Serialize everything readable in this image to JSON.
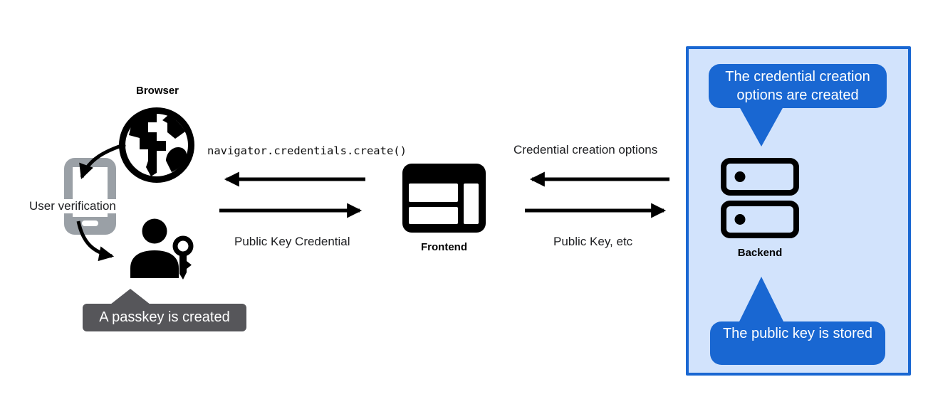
{
  "colors": {
    "panel_fill": "#d2e3fc",
    "panel_border": "#1967d2",
    "bubble_blue": "#1967d2",
    "bubble_text": "#ffffff",
    "tooltip_gray": "#56565a",
    "phone_gray": "#9aa0a6",
    "ink": "#000000"
  },
  "browser": {
    "label": "Browser",
    "user_verification_label": "User verification",
    "passkey_tooltip": "A passkey is created"
  },
  "frontend": {
    "label": "Frontend"
  },
  "backend": {
    "label": "Backend",
    "top_bubble": "The credential creation options are created",
    "bottom_bubble": "The public key is stored"
  },
  "messages": {
    "create_call": "navigator.credentials.create()",
    "public_key_credential": "Public Key Credential",
    "credential_creation_options": "Credential creation options",
    "public_key_etc": "Public Key, etc"
  }
}
